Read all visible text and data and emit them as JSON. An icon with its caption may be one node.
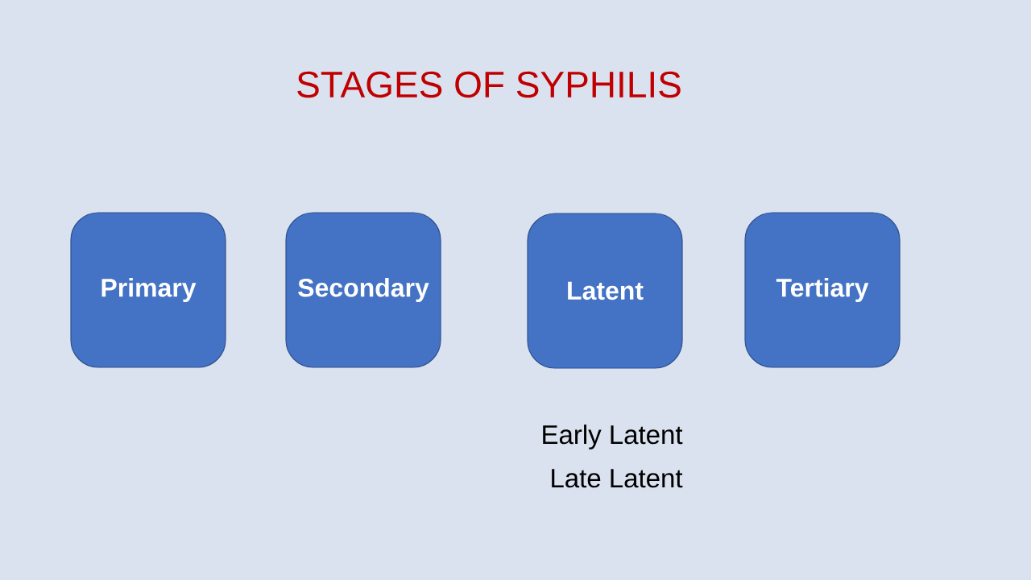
{
  "diagram": {
    "title": "STAGES OF SYPHILIS",
    "nodes": [
      {
        "text": [
          "Primary"
        ]
      },
      {
        "text": [
          "Secondary"
        ]
      },
      {
        "text": [
          "Latent"
        ],
        "beside": [
          "Early Latent",
          "Late Latent"
        ]
      },
      {
        "text": [
          "Tertiary"
        ]
      }
    ]
  }
}
